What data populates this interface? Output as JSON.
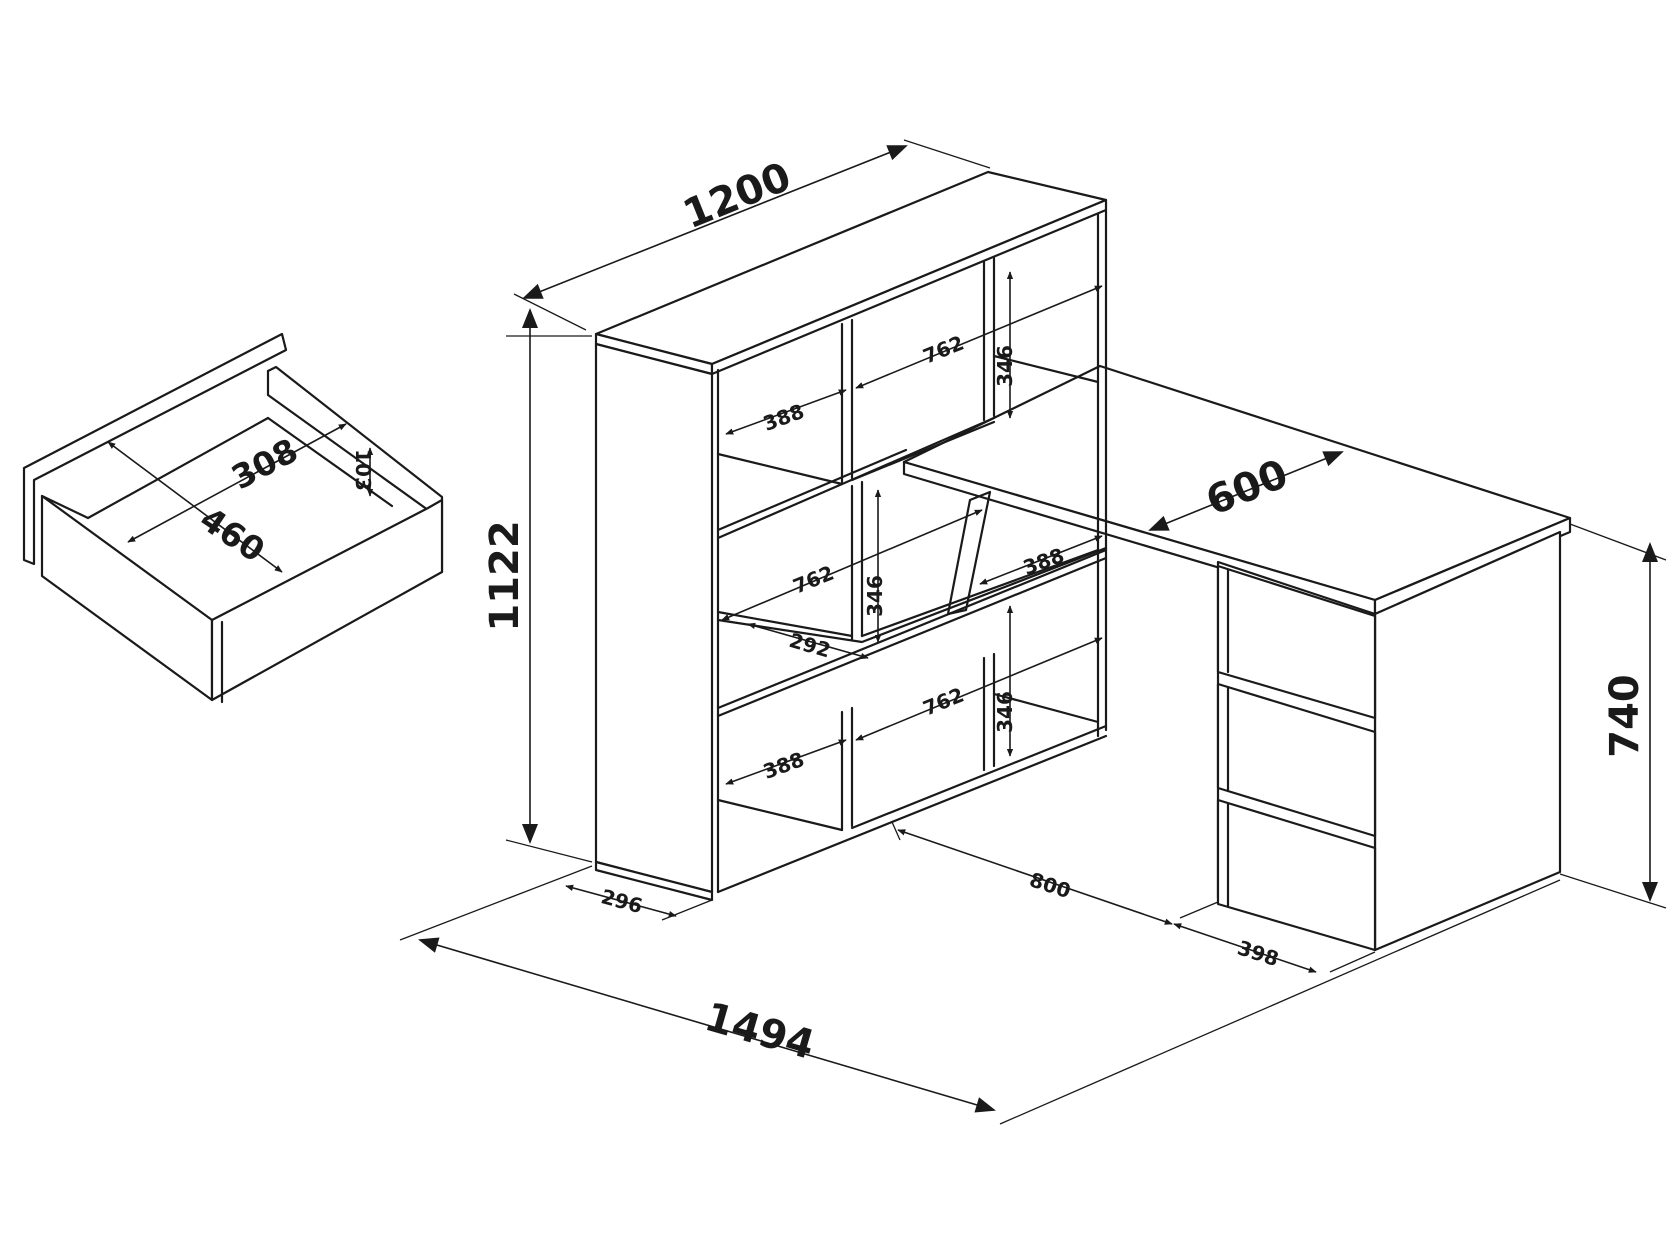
{
  "colors": {
    "ink": "#1a1a1a",
    "paper": "#ffffff"
  },
  "drawer": {
    "inner_depth": "308",
    "inner_height": "103",
    "inner_width": "460"
  },
  "shelf": {
    "width": "1200",
    "height": "1122",
    "depth": "296",
    "top_left_width": "388",
    "top_right_width": "762",
    "top_right_height": "346",
    "middle_width": "762",
    "middle_height": "346",
    "middle_depth": "292",
    "middle_inner_width": "388",
    "bottom_right_width": "762",
    "bottom_right_height": "346",
    "bottom_left_width": "388"
  },
  "desk": {
    "depth": "600",
    "height": "740",
    "knee_space": "800",
    "cabinet_width": "398",
    "total_length": "1494"
  }
}
